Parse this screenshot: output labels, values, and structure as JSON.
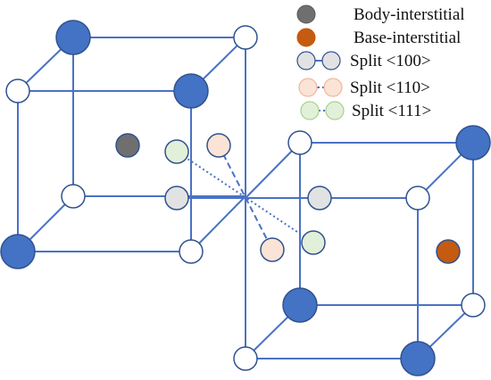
{
  "colors": {
    "cube_line": "#4a72c4",
    "corner_large": "#4472c4",
    "corner_large_stroke": "#2f528f",
    "corner_small_fill": "#ffffff",
    "corner_small_stroke": "#2f528f",
    "body_interstitial": "#6f6f6f",
    "base_interstitial": "#c55a11",
    "split_100": "#e2e2e2",
    "split_110": "#fbe3d6",
    "split_111": "#e2f0d9"
  },
  "legend": {
    "body_interstitial": "Body-interstitial",
    "base_interstitial": "Base-interstitial",
    "split_100": "Split <100>",
    "split_110": "Split <110>",
    "split_111": "Split <111>"
  }
}
